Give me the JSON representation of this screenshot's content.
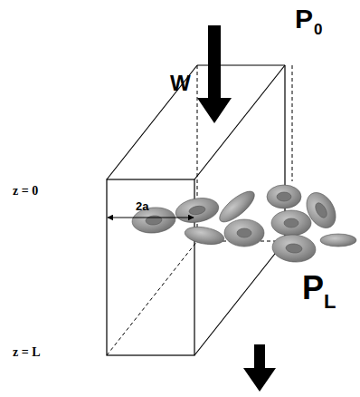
{
  "diagram": {
    "labels": [
      "W",
      "P",
      "0",
      "z = 0",
      "2a",
      "z = L",
      "P",
      "L"
    ]
  }
}
